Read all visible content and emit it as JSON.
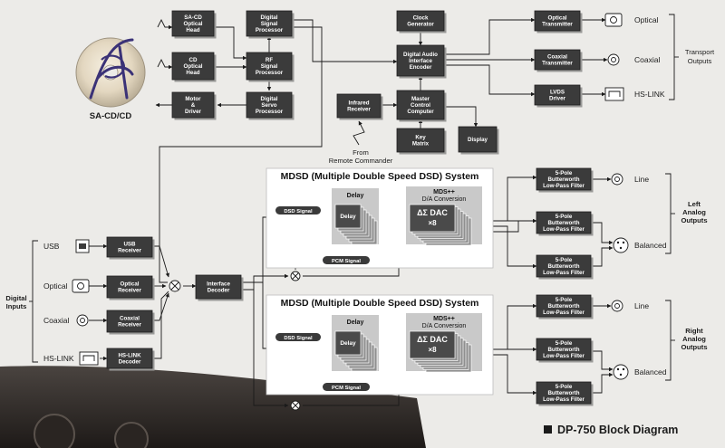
{
  "blocks": {
    "sacd_head": [
      "SA-CD",
      "Optical",
      "Head"
    ],
    "cd_head": [
      "CD",
      "Optical",
      "Head"
    ],
    "motor": [
      "Motor",
      "&",
      "Driver"
    ],
    "dsp": [
      "Digital",
      "Signal",
      "Processor"
    ],
    "rf": [
      "RF",
      "Signal",
      "Processor"
    ],
    "servo": [
      "Digital",
      "Servo",
      "Processor"
    ],
    "clock": [
      "Clock",
      "Generator"
    ],
    "encoder": [
      "Digital Audio",
      "Interface",
      "Encoder"
    ],
    "infrared": [
      "Infrared",
      "Receiver"
    ],
    "master": [
      "Master",
      "Control",
      "Computer"
    ],
    "keymatrix": [
      "Key",
      "Matrix"
    ],
    "display": [
      "Display"
    ],
    "opt_tx": [
      "Optical",
      "Transmitter"
    ],
    "coax_tx": [
      "Coaxial",
      "Transmitter"
    ],
    "lvds": [
      "LVDS",
      "Driver"
    ],
    "usb_rx": [
      "USB",
      "Receiver"
    ],
    "opt_rx": [
      "Optical",
      "Receiver"
    ],
    "coax_rx": [
      "Coaxial",
      "Receiver"
    ],
    "hslink_dec": [
      "HS-LINK",
      "Decoder"
    ],
    "iface_dec": [
      "Interface",
      "Decoder"
    ],
    "filter": [
      "5-Pole",
      "Butterworth",
      "Low-Pass Filter"
    ]
  },
  "labels": {
    "sacd_cd": "SA-CD/CD",
    "from_remote": [
      "From",
      "Remote Commander"
    ],
    "optical_out": "Optical",
    "coaxial_out": "Coaxial",
    "hslink_out": "HS-LINK",
    "transport_outputs": [
      "Transport",
      "Outputs"
    ],
    "usb_in": "USB",
    "optical_in": "Optical",
    "coaxial_in": "Coaxial",
    "hslink_in": "HS-LINK",
    "digital_inputs": [
      "Digital",
      "Inputs"
    ],
    "line": "Line",
    "balanced": "Balanced",
    "left_outputs": [
      "Left",
      "Analog",
      "Outputs"
    ],
    "right_outputs": [
      "Right",
      "Analog",
      "Outputs"
    ]
  },
  "mdsd": {
    "title": "MDSD (Multiple Double Speed DSD) System",
    "delay": "Delay",
    "mds_title": [
      "MDS++",
      "D/A Conversion"
    ],
    "dac": "ΔΣ DAC",
    "x8": "×8",
    "dsd_signal": "DSD Signal",
    "pcm_signal": "PCM Signal"
  },
  "footer": {
    "title": "DP-750 Block Diagram"
  }
}
